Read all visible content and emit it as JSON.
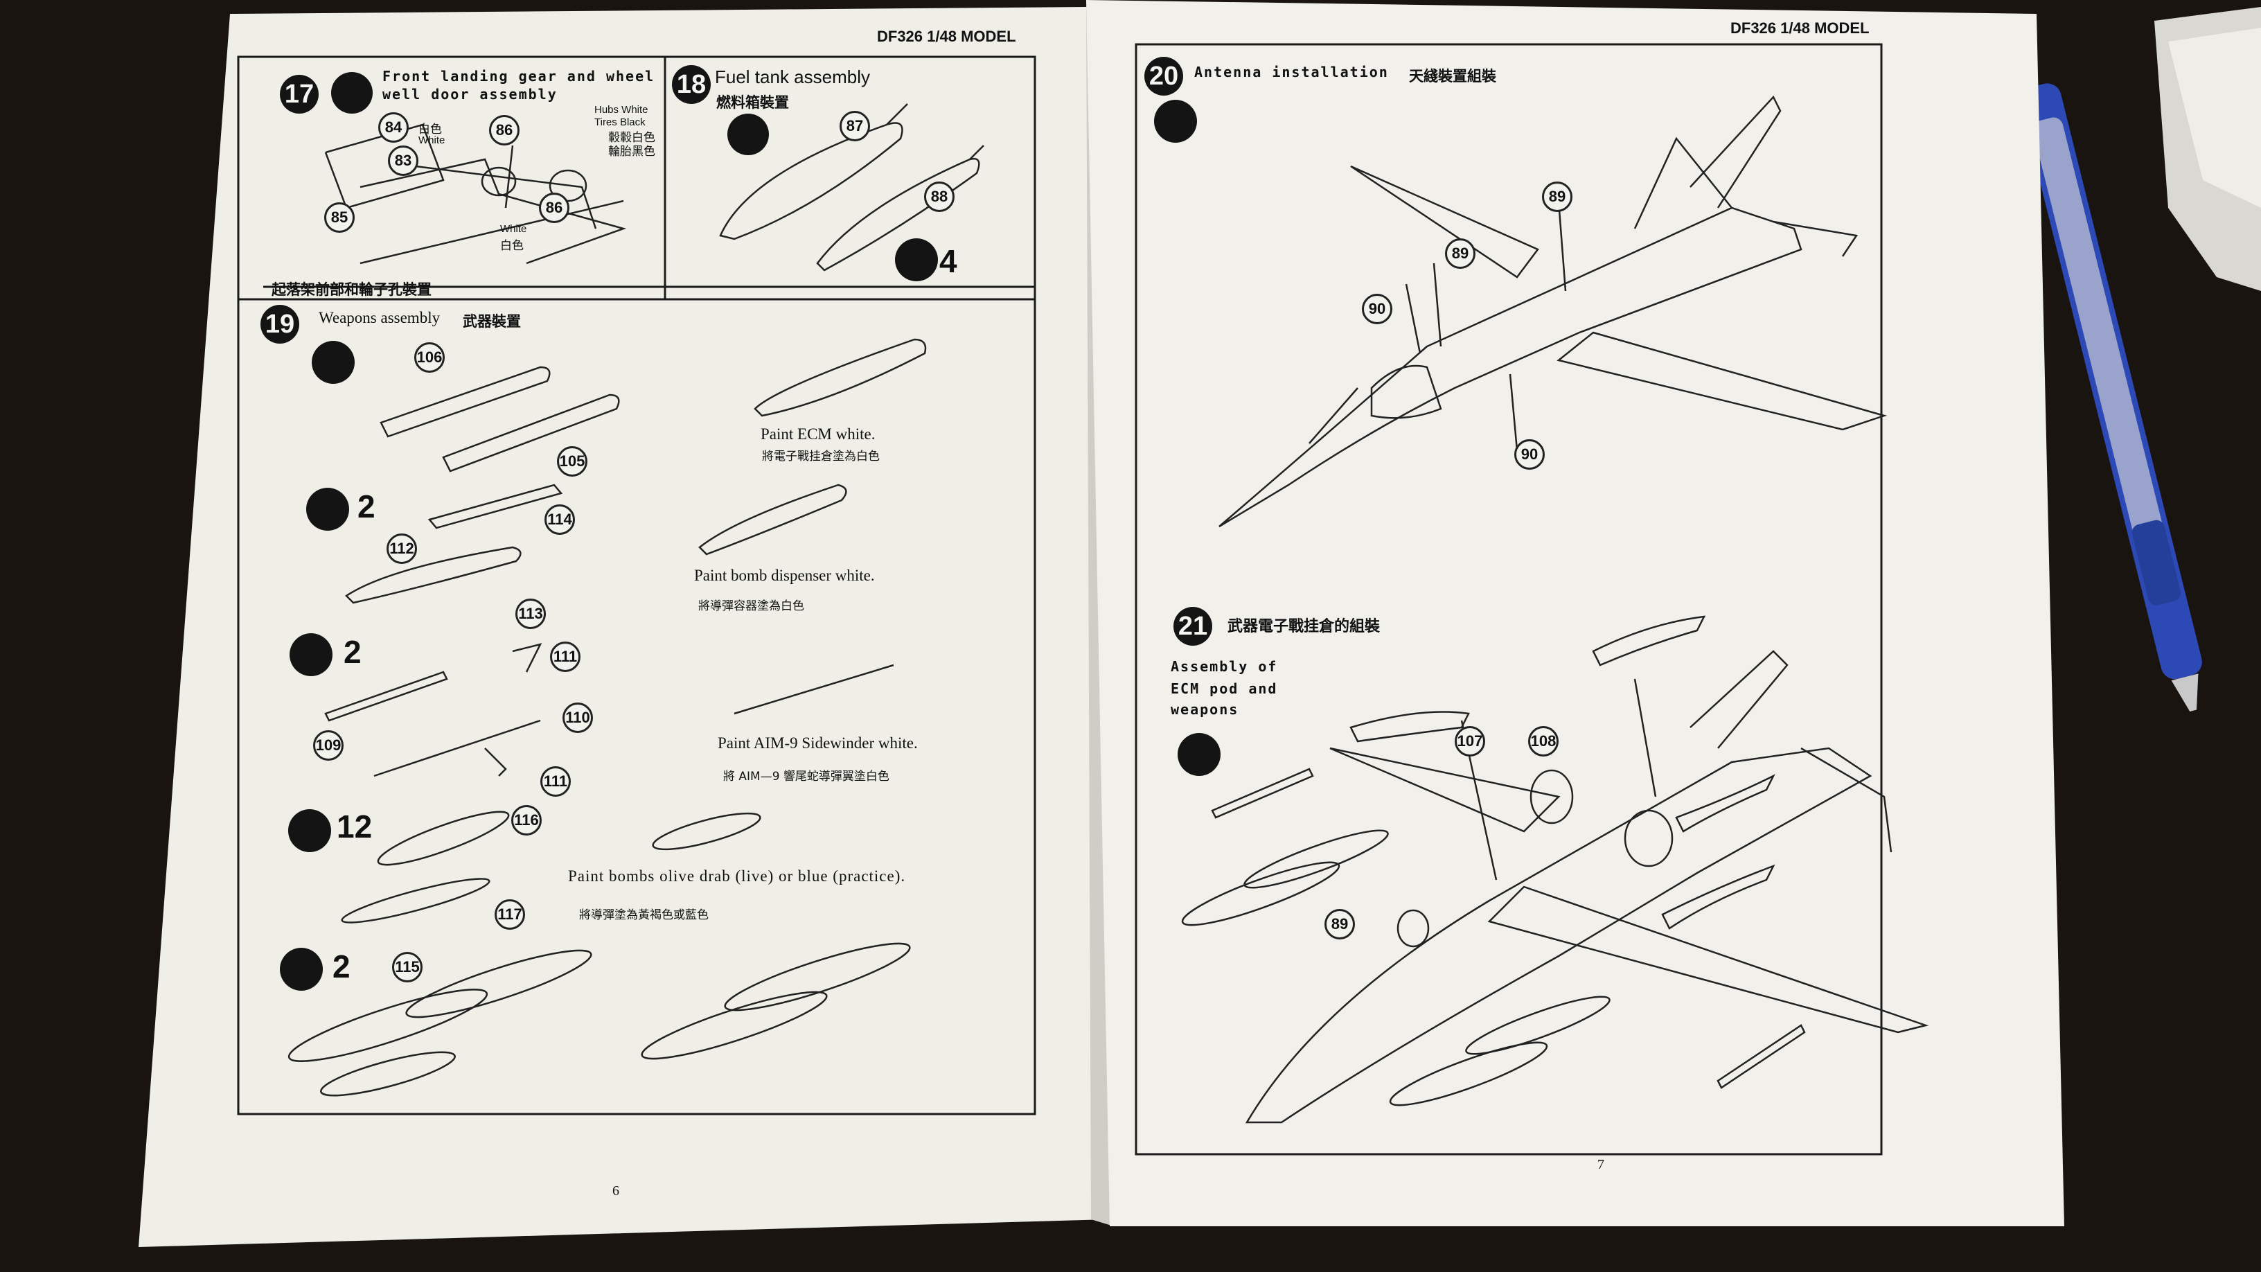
{
  "header": {
    "left_page_model": "DF326 1/48 MODEL",
    "right_page_model": "DF326 1/48 MODEL"
  },
  "left_page": {
    "page_number": "6",
    "step17": {
      "number": "17",
      "title_line1": "Front landing gear and wheel",
      "title_line2": "well door assembly",
      "caption_cn": "起落架前部和輪子孔裝置",
      "parts": [
        "84",
        "86",
        "83",
        "85",
        "86"
      ],
      "paint_white_cn": "白色",
      "paint_white_en": "White",
      "hubs_en": "Hubs White",
      "tires_en": "Tires Black",
      "hubs_cn": "轂轂白色",
      "tires_cn": "輪胎黑色",
      "paint_white2_en": "White",
      "paint_white2_cn": "白色"
    },
    "step18": {
      "number": "18",
      "title_en": "Fuel tank assembly",
      "title_cn": "燃料箱裝置",
      "parts": [
        "87",
        "88"
      ],
      "quantity": "4"
    },
    "step19": {
      "number": "19",
      "title_en": "Weapons assembly",
      "title_cn": "武器裝置",
      "rows": [
        {
          "quantity": "",
          "parts": [
            "106",
            "105"
          ]
        },
        {
          "quantity": "2",
          "parts": [
            "114",
            "112",
            "113"
          ]
        },
        {
          "quantity": "2",
          "parts": [
            "111",
            "110",
            "109",
            "111"
          ]
        },
        {
          "quantity": "12",
          "parts": [
            "116",
            "117"
          ]
        },
        {
          "quantity": "2",
          "parts": [
            "115"
          ]
        }
      ],
      "notes": [
        {
          "en": "Paint ECM white.",
          "cn": "將電子戰挂倉塗為白色"
        },
        {
          "en": "Paint bomb dispenser white.",
          "cn": "將導彈容器塗為白色"
        },
        {
          "en": "Paint AIM-9 Sidewinder white.",
          "cn": "將 AIM—9 響尾蛇導彈翼塗白色"
        },
        {
          "en": "Paint bombs olive drab (live) or blue (practice).",
          "cn": "將導彈塗為黃褐色或藍色"
        }
      ]
    }
  },
  "right_page": {
    "page_number": "7",
    "step20": {
      "number": "20",
      "title_en": "Antenna installation",
      "title_cn": "天綫裝置組裝",
      "parts": [
        "89",
        "89",
        "90",
        "90"
      ]
    },
    "step21": {
      "number": "21",
      "title_cn": "武器電子戰挂倉的組裝",
      "title_en_lines": [
        "Assembly of",
        "ECM pod and",
        "weapons"
      ],
      "parts": [
        "107",
        "108",
        "89"
      ]
    }
  }
}
